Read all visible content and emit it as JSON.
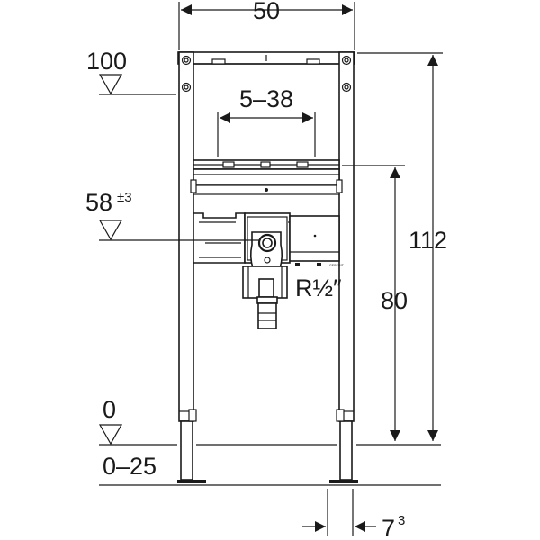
{
  "dimensions": {
    "width_top": "50",
    "level_100": "100",
    "adjust_range": "5–38",
    "level_58": "58",
    "level_58_tolerance": "±3",
    "height_total": "112",
    "height_80": "80",
    "pipe_thread": "R½″",
    "level_0": "0",
    "floor_range": "0–25",
    "foot_offset_base": "7",
    "foot_offset_sup": "3"
  },
  "brand_mark": "GEBERIT"
}
